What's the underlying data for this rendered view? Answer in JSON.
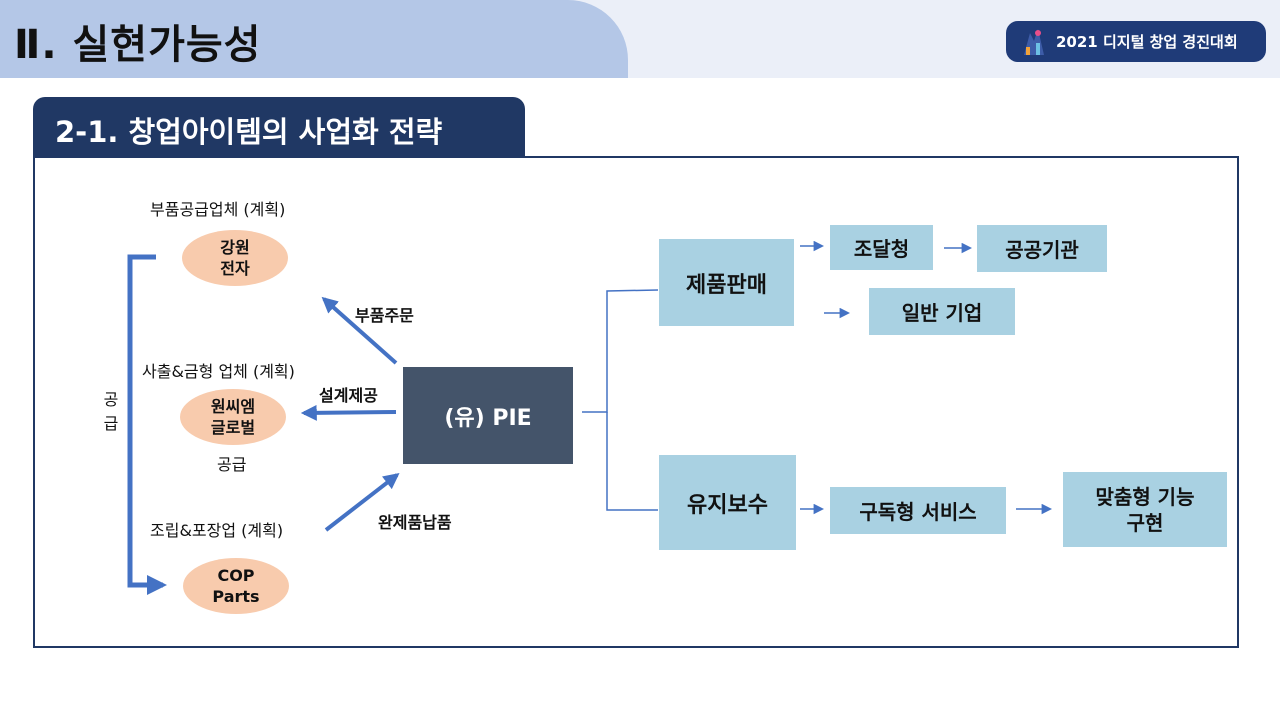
{
  "header": {
    "title": "Ⅱ. 실현가능성",
    "event_badge": "2021 디지털 창업 경진대회"
  },
  "section": {
    "title": "2-1. 창업아이템의 사업화 전략"
  },
  "suppliers": {
    "parts": {
      "caption": "부품공급업체 (계획)",
      "name": "강원\n전자"
    },
    "mold": {
      "caption": "사출&금형 업체 (계획)",
      "name": "원씨엠\n글로벌",
      "sub": "공급"
    },
    "assembly": {
      "caption": "조립&포장업 (계획)",
      "name": "COP\nParts"
    }
  },
  "supply_label": "공급",
  "flows": {
    "parts_order": "부품주문",
    "design": "설계제공",
    "delivery": "완제품납품"
  },
  "company": "(유) PIE",
  "sales": {
    "label": "제품판매",
    "procurement": "조달청",
    "public": "공공기관",
    "general": "일반 기업"
  },
  "maintenance": {
    "label": "유지보수",
    "subscription": "구독형 서비스",
    "custom": "맞춤형 기능\n구현"
  },
  "colors": {
    "title_tab": "#b4c7e7",
    "section_tab": "#203864",
    "oval": "#f8cbad",
    "company_box": "#44546a",
    "light_box": "#a9d1e2",
    "arrow": "#4472c4"
  }
}
